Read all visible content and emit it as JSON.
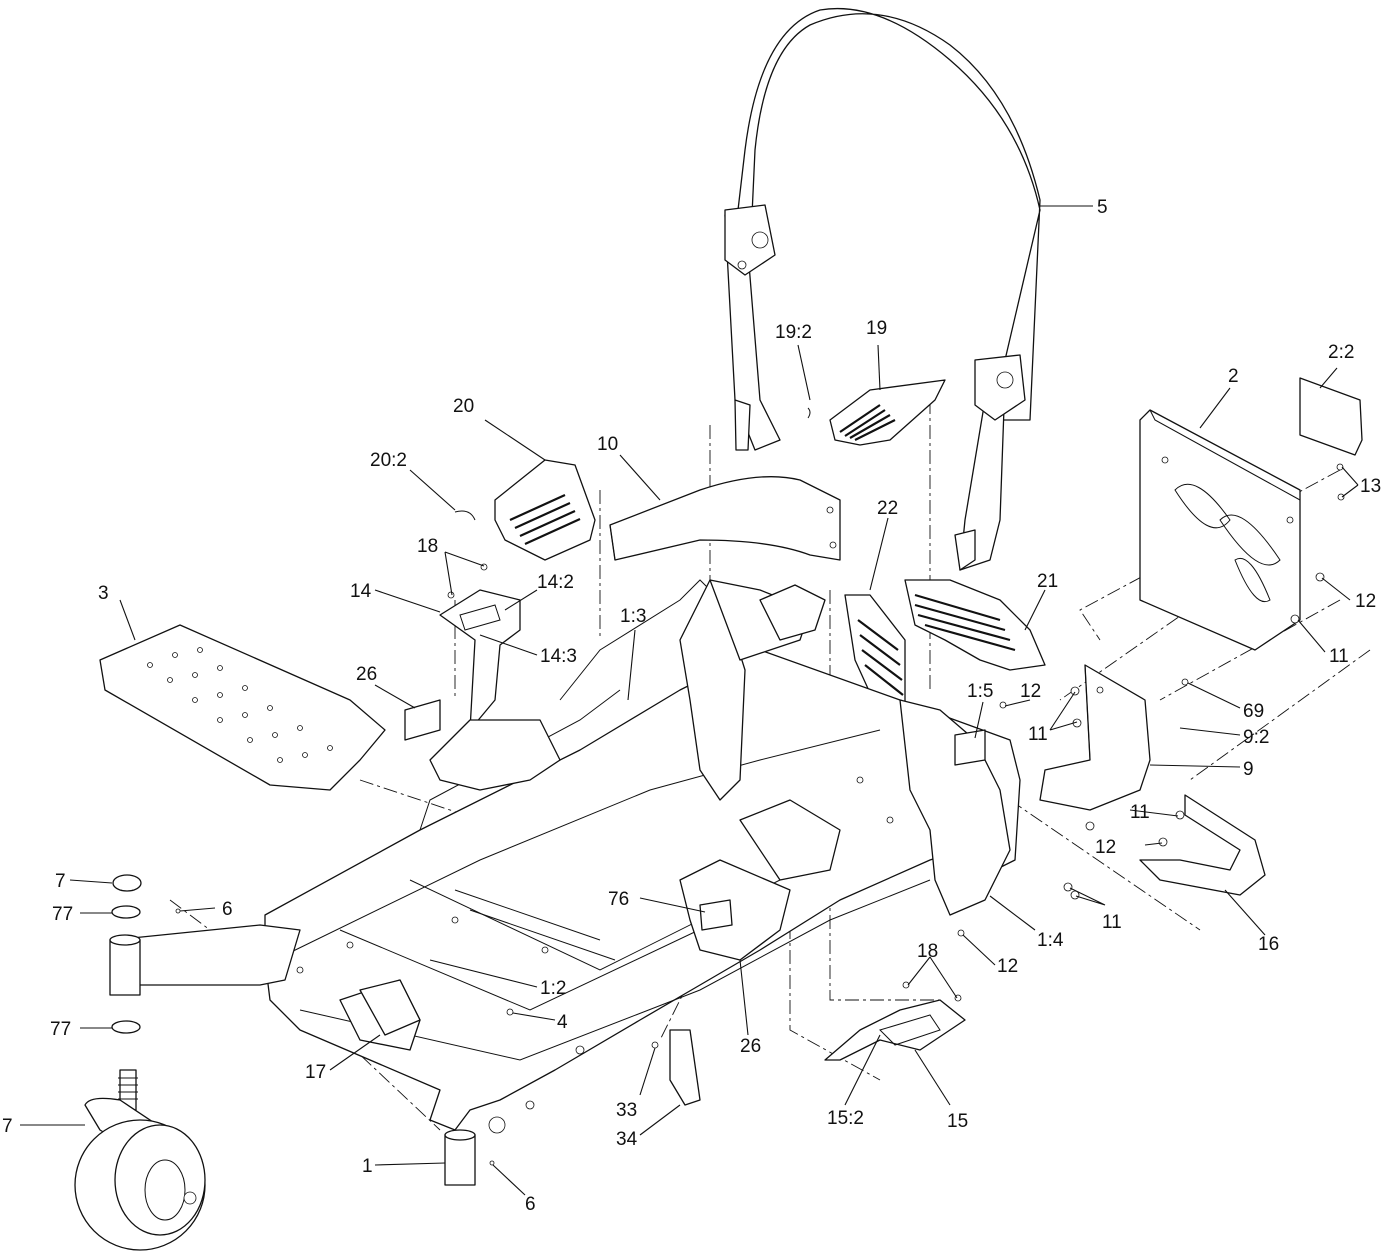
{
  "callouts": [
    {
      "id": "c5",
      "label": "5"
    },
    {
      "id": "c19_2",
      "label": "19:2"
    },
    {
      "id": "c19",
      "label": "19"
    },
    {
      "id": "c2_2",
      "label": "2:2"
    },
    {
      "id": "c2",
      "label": "2"
    },
    {
      "id": "c13",
      "label": "13"
    },
    {
      "id": "c12a",
      "label": "12"
    },
    {
      "id": "c11a",
      "label": "11"
    },
    {
      "id": "c69",
      "label": "69"
    },
    {
      "id": "c9_2",
      "label": "9:2"
    },
    {
      "id": "c9",
      "label": "9"
    },
    {
      "id": "c11b",
      "label": "11"
    },
    {
      "id": "c11c",
      "label": "11"
    },
    {
      "id": "c12b",
      "label": "12"
    },
    {
      "id": "c11d",
      "label": "11"
    },
    {
      "id": "c16",
      "label": "16"
    },
    {
      "id": "c20",
      "label": "20"
    },
    {
      "id": "c20_2",
      "label": "20:2"
    },
    {
      "id": "c10",
      "label": "10"
    },
    {
      "id": "c22",
      "label": "22"
    },
    {
      "id": "c21",
      "label": "21"
    },
    {
      "id": "c18a",
      "label": "18"
    },
    {
      "id": "c14",
      "label": "14"
    },
    {
      "id": "c14_2",
      "label": "14:2"
    },
    {
      "id": "c14_3",
      "label": "14:3"
    },
    {
      "id": "c3",
      "label": "3"
    },
    {
      "id": "c1_3",
      "label": "1:3"
    },
    {
      "id": "c26a",
      "label": "26"
    },
    {
      "id": "c1_5",
      "label": "1:5"
    },
    {
      "id": "c12c",
      "label": "12"
    },
    {
      "id": "c7a",
      "label": "7"
    },
    {
      "id": "c77a",
      "label": "77"
    },
    {
      "id": "c6a",
      "label": "6"
    },
    {
      "id": "c76",
      "label": "76"
    },
    {
      "id": "c1_4",
      "label": "1:4"
    },
    {
      "id": "c12d",
      "label": "12"
    },
    {
      "id": "c18b",
      "label": "18"
    },
    {
      "id": "c1_2",
      "label": "1:2"
    },
    {
      "id": "c4",
      "label": "4"
    },
    {
      "id": "c77b",
      "label": "77"
    },
    {
      "id": "c26b",
      "label": "26"
    },
    {
      "id": "c17",
      "label": "17"
    },
    {
      "id": "c33",
      "label": "33"
    },
    {
      "id": "c34",
      "label": "34"
    },
    {
      "id": "c15_2",
      "label": "15:2"
    },
    {
      "id": "c15",
      "label": "15"
    },
    {
      "id": "c7b",
      "label": "7"
    },
    {
      "id": "c1",
      "label": "1"
    },
    {
      "id": "c6b",
      "label": "6"
    }
  ]
}
